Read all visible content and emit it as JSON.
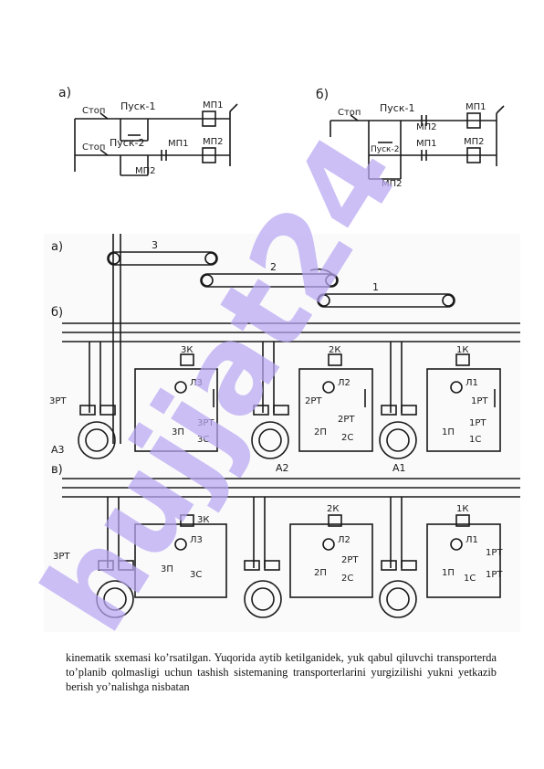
{
  "figure_top": {
    "a": {
      "label": "a)",
      "stop1": "Стоп",
      "start1": "Пуск-1",
      "coil1": "МП1",
      "stop2": "Стоп",
      "start2": "Пуск-2",
      "contact": "МП1",
      "coil2": "МП2",
      "aux": "МП2"
    },
    "b": {
      "label": "б)",
      "stop": "Стоп",
      "start1": "Пуск-1",
      "contact1": "МП2",
      "coil1": "МП1",
      "start2": "Пуск-2",
      "contact2": "МП1",
      "coil2": "МП2",
      "aux": "МП2"
    }
  },
  "figure_main": {
    "part_a": "a)",
    "part_b": "б)",
    "part_v": "в)",
    "belt_3": "3",
    "belt_2": "2",
    "belt_1": "1",
    "motor_a3": "A3",
    "motor_a2": "A2",
    "motor_a1": "A1",
    "sec3": {
      "k": "3К",
      "l": "Л3",
      "rt": "3РТ",
      "rt2": "3РТ",
      "p": "3П",
      "c": "3С"
    },
    "sec2": {
      "k": "2К",
      "l": "Л2",
      "rt": "2РТ",
      "rt2": "2РТ",
      "p": "2П",
      "c": "2С"
    },
    "sec1": {
      "k": "1К",
      "l": "Л1",
      "rt": "1РТ",
      "rt2": "1РТ",
      "p": "1П",
      "c": "1С"
    }
  },
  "body_text": "kinematik sxemasi ko’rsatilgan. Yuqorida aytib ketilganidek, yuk qabul qiluvchi transporterda to’planib qolmasligi uchun tashish sistemaning transporterlarini yurgizilishi yukni yetkazib berish yo’nalishga nisbatan",
  "watermark": "hujjat24",
  "colors": {
    "ink": "#1a1a1a",
    "watermark": "#b9a6f2"
  }
}
